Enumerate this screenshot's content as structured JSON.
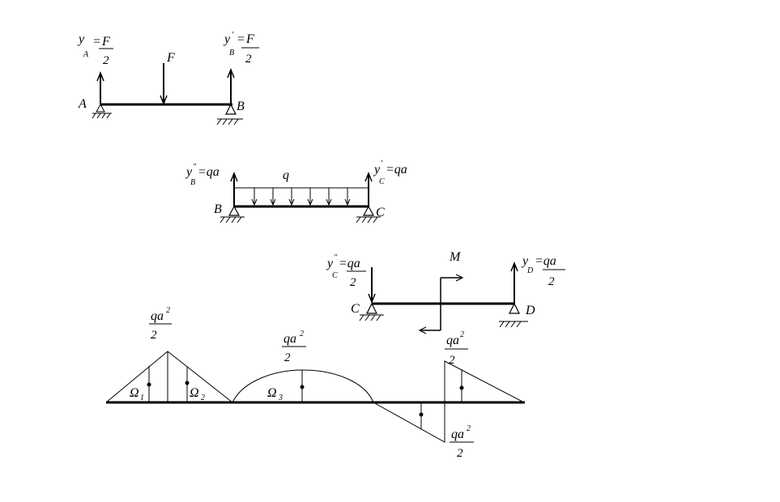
{
  "beam_ab": {
    "reaction_a": {
      "sym": "y",
      "sub": "A",
      "eq": "=",
      "num": "F",
      "den": "2"
    },
    "reaction_b": {
      "sym": "y",
      "prime": "′",
      "sub": "B",
      "eq": "=",
      "num": "F",
      "den": "2"
    },
    "force": "F",
    "node_a": "A",
    "node_b": "B"
  },
  "beam_bc": {
    "reaction_b": {
      "sym": "y",
      "prime": "″",
      "sub": "B",
      "value": "=qa"
    },
    "reaction_c": {
      "sym": "y",
      "prime": "′",
      "sub": "C",
      "value": "=qa"
    },
    "load": "q",
    "node_b": "B",
    "node_c": "C"
  },
  "beam_cd": {
    "reaction_c": {
      "sym": "y",
      "prime": "″",
      "sub": "C",
      "value": "=qa",
      "den": "2"
    },
    "reaction_d": {
      "sym": "y",
      "sub": "D",
      "value": "=qa",
      "den": "2"
    },
    "moment": "M",
    "node_c": "C",
    "node_d": "D"
  },
  "moment_diagram": {
    "label_1": {
      "num": "qa",
      "exp": "2",
      "den": "2"
    },
    "label_2": {
      "num": "qa",
      "exp": "2",
      "den": "2"
    },
    "label_3": {
      "num": "qa",
      "exp": "2",
      "den": "2"
    },
    "label_4": {
      "num": "qa",
      "exp": "2",
      "den": "2"
    },
    "area_1": {
      "sym": "Ω",
      "sub": "1"
    },
    "area_2": {
      "sym": "Ω",
      "sub": "2"
    },
    "area_3": {
      "sym": "Ω",
      "sub": "3"
    }
  }
}
